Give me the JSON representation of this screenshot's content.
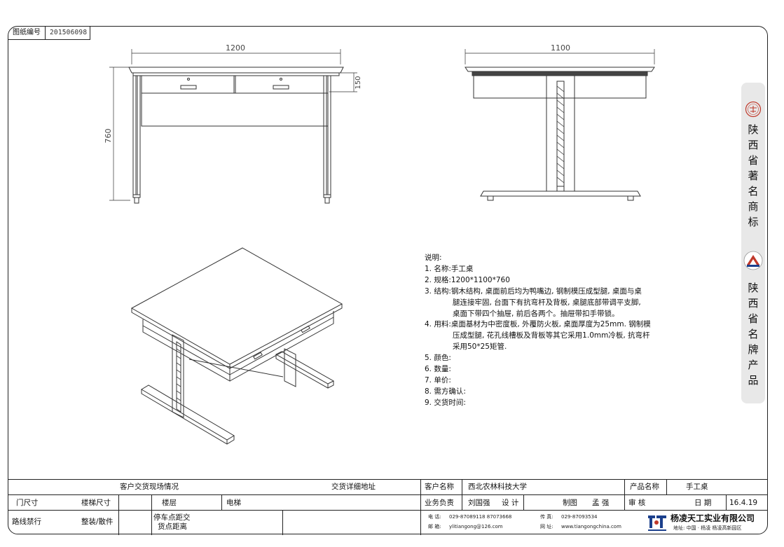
{
  "drawing_id": {
    "label": "图纸编号",
    "value": "201506098"
  },
  "dimensions": {
    "front_width": "1200",
    "front_height": "760",
    "front_drawer_height": "150",
    "side_width": "1100"
  },
  "specs": {
    "heading": "说明:",
    "items": [
      {
        "label": "1. 名称:",
        "value": "手工桌"
      },
      {
        "label": "2. 规格:",
        "value": "1200*1100*760"
      },
      {
        "label": "3. 结构:",
        "value": "钢木结构, 桌面前后均为鸭嘴边, 钢制模压成型腿, 桌面与桌",
        "cont": [
          "腿连接牢固, 台面下有抗弯杆及背板, 桌腿底部带调平支脚,",
          "桌面下带四个抽屉, 前后各两个。抽屉带扣手带锁。"
        ]
      },
      {
        "label": "4. 用料:",
        "value": "桌面基材为中密度板, 外覆防火板, 桌面厚度为25mm. 钢制模",
        "cont": [
          "压成型腿, 花孔线槽板及背板等其它采用1.0mm冷板, 抗弯杆",
          "采用50*25矩管."
        ]
      },
      {
        "label": "5. 颜色:",
        "value": ""
      },
      {
        "label": "6. 数量:",
        "value": ""
      },
      {
        "label": "7. 单价:",
        "value": ""
      },
      {
        "label": "8. 需方确认:",
        "value": ""
      },
      {
        "label": "9. 交货时间:",
        "value": ""
      }
    ]
  },
  "side_banner": {
    "top_text": [
      "陕",
      "西",
      "省",
      "著",
      "名",
      "商",
      "标"
    ],
    "bottom_text": [
      "陕",
      "西",
      "省",
      "名",
      "牌",
      "产",
      "品"
    ],
    "colors": {
      "logo": "#c0392b",
      "accent": "#1b3f8c"
    }
  },
  "title_block": {
    "site_header": "客户交货现场情况",
    "address_header": "交货详细地址",
    "door_size": "门尺寸",
    "stair_size": "楼梯尺寸",
    "floor": "楼层",
    "elevator": "电梯",
    "traffic": "路线禁行",
    "install": "整装/散件",
    "parking": "停车点距交",
    "parking2": "货点距离",
    "customer_label": "客户名称",
    "customer_value": "西北农林科技大学",
    "product_label": "产品名称",
    "product_value": "手工桌",
    "sales_label": "业务负责",
    "sales_value": "刘国强",
    "design_label": "设 计",
    "drawing_label": "制图",
    "drawing_value": "孟 强",
    "review_label": "审 核",
    "date_label": "日 期",
    "date_value": "16.4.19",
    "tel_label": "电 话:",
    "tel_value": "029-87089118  87073668",
    "fax_label": "传 真:",
    "fax_value": "029-87093534",
    "email_label": "邮 箱:",
    "email_value": "ylitiangong@126.com",
    "web_label": "网 址:",
    "web_value": "www.tiangongchina.com",
    "company_name": "杨凌天工实业有限公司",
    "company_address": "地址: 中国 · 杨凌   杨凌高新园区"
  }
}
